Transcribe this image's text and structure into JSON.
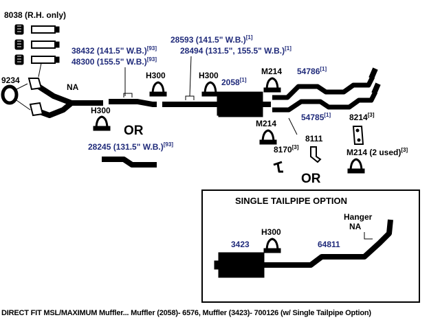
{
  "labels": {
    "p8038": "8038 (R.H. only)",
    "p9234": "9234",
    "na_main": "NA",
    "p38432": "38432 (141.5\" W.B.)",
    "p38432_sup": "[93]",
    "p48300": "48300 (155.5\" W.B.)",
    "p48300_sup": "[93]",
    "p28593": "28593 (141.5\" W.B.)",
    "p28593_sup": "[1]",
    "p28494": "28494 (131.5\", 155.5\" W.B.)",
    "p28494_sup": "[1]",
    "h300_a": "H300",
    "h300_b": "H300",
    "h300_c": "H300",
    "p2058": "2058",
    "p2058_sup": "[1]",
    "m214_a": "M214",
    "p54786": "54786",
    "p54786_sup": "[1]",
    "p54785": "54785",
    "p54785_sup": "[1]",
    "p8214": "8214",
    "p8214_sup": "[3]",
    "m214_b": "M214",
    "p8111": "8111",
    "p8170": "8170",
    "p8170_sup": "[3]",
    "m214_c": "M214 (2 used)",
    "m214_c_sup": "[3]",
    "or_a": "OR",
    "or_b": "OR",
    "p28245": "28245 (131.5\" W.B.)",
    "p28245_sup": "[93]"
  },
  "inset": {
    "title": "SINGLE TAILPIPE OPTION",
    "p3423": "3423",
    "h300": "H300",
    "p64811": "64811",
    "hanger": "Hanger",
    "hanger_na": "NA"
  },
  "caption": "DIRECT FIT MSL/MAXIMUM Muffler... Muffler (2058)- 6576, Muffler (3423)- 700126 (w/ Single Tailpipe Option)",
  "colors": {
    "part_number_blue": "#1f2a7a",
    "ink": "#000000"
  }
}
